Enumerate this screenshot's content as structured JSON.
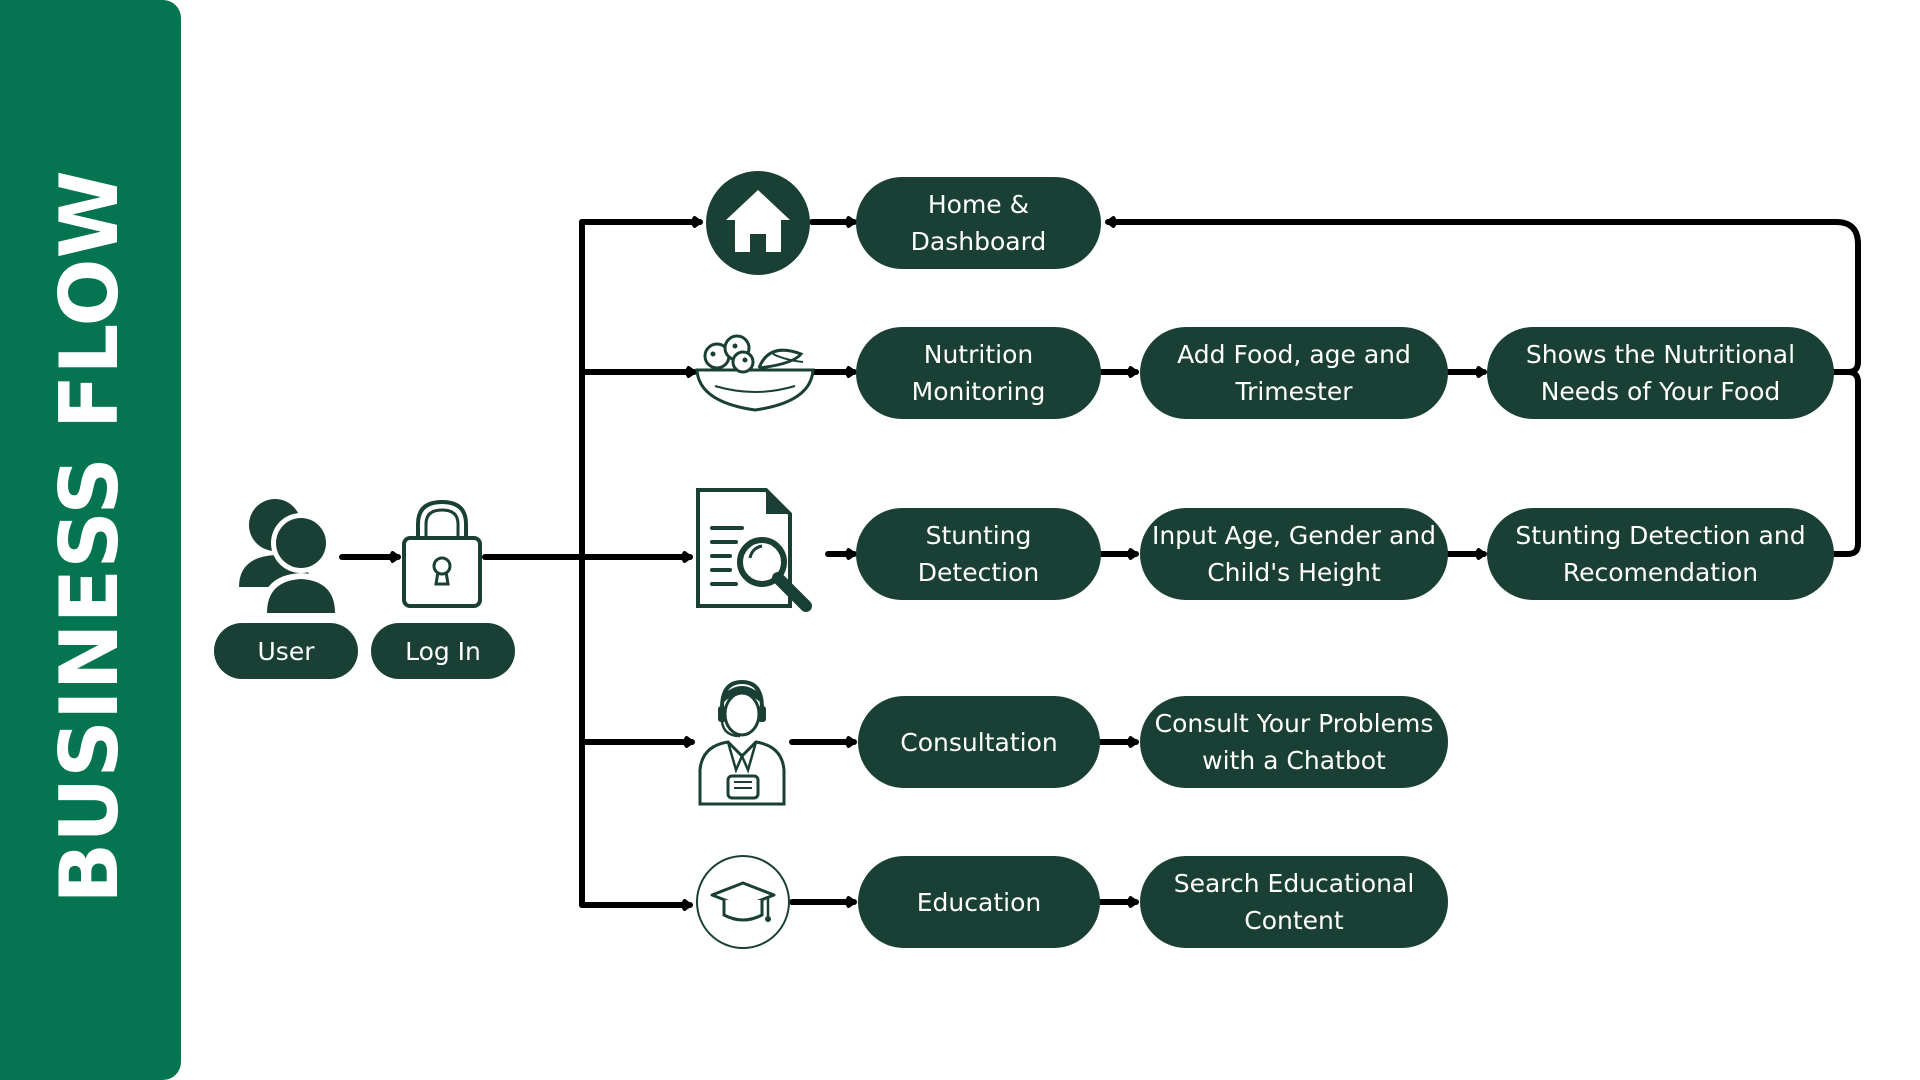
{
  "sidebar": {
    "title": "BUSINESS FLOW"
  },
  "colors": {
    "sidebar": "#047550",
    "node": "#1a3f34",
    "connector": "#000000",
    "node_text": "#ffffff"
  },
  "entry": {
    "user": {
      "label": "User",
      "icon": "users-icon"
    },
    "login": {
      "label": "Log In",
      "icon": "padlock-icon"
    }
  },
  "branches": [
    {
      "icon": "house-icon",
      "nodes": [
        "Home & Dashboard"
      ]
    },
    {
      "icon": "food-bowl-icon",
      "nodes": [
        "Nutrition Monitoring",
        "Add Food, age and Trimester",
        "Shows the Nutritional Needs of Your Food"
      ]
    },
    {
      "icon": "document-search-icon",
      "nodes": [
        "Stunting Detection",
        "Input Age, Gender and Child's Height",
        "Stunting Detection and Recomendation"
      ]
    },
    {
      "icon": "customer-service-agent-icon",
      "nodes": [
        "Consultation",
        "Consult Your Problems with a Chatbot"
      ]
    },
    {
      "icon": "graduation-cap-icon",
      "nodes": [
        "Education",
        "Search Educational Content"
      ]
    }
  ]
}
